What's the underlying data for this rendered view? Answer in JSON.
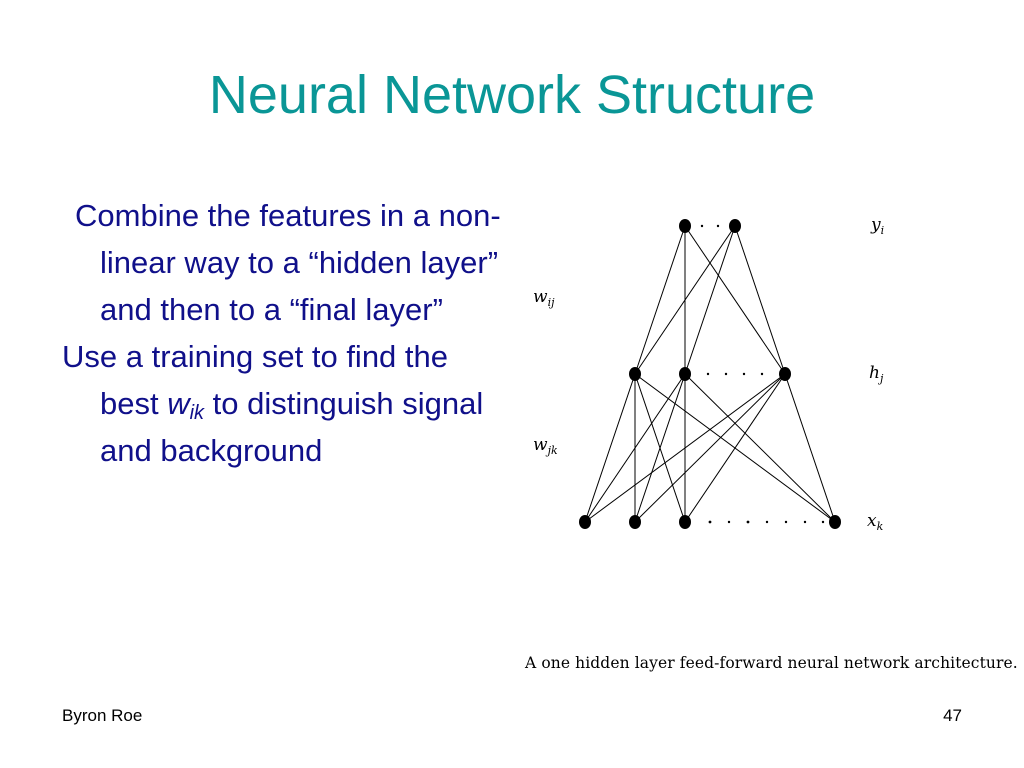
{
  "slide": {
    "title": "Neural Network Structure",
    "bullets": [
      {
        "text": "Combine the features in a non-linear way to a “hidden layer” and then to a “final layer”"
      },
      {
        "text_before": "Use a training set to find the best ",
        "var": "w",
        "sub": "ik",
        "text_after": " to distinguish signal and background"
      }
    ],
    "diagram": {
      "labels": {
        "output_base": "y",
        "output_sub": "i",
        "hidden_base": "h",
        "hidden_sub": "j",
        "input_base": "x",
        "input_sub": "k",
        "w_upper_base": "w",
        "w_upper_sub": "ij",
        "w_lower_base": "w",
        "w_lower_sub": "jk"
      },
      "caption": "A one hidden layer feed-forward neural network architecture."
    },
    "footer": {
      "author": "Byron Roe",
      "page_number": "47"
    }
  }
}
